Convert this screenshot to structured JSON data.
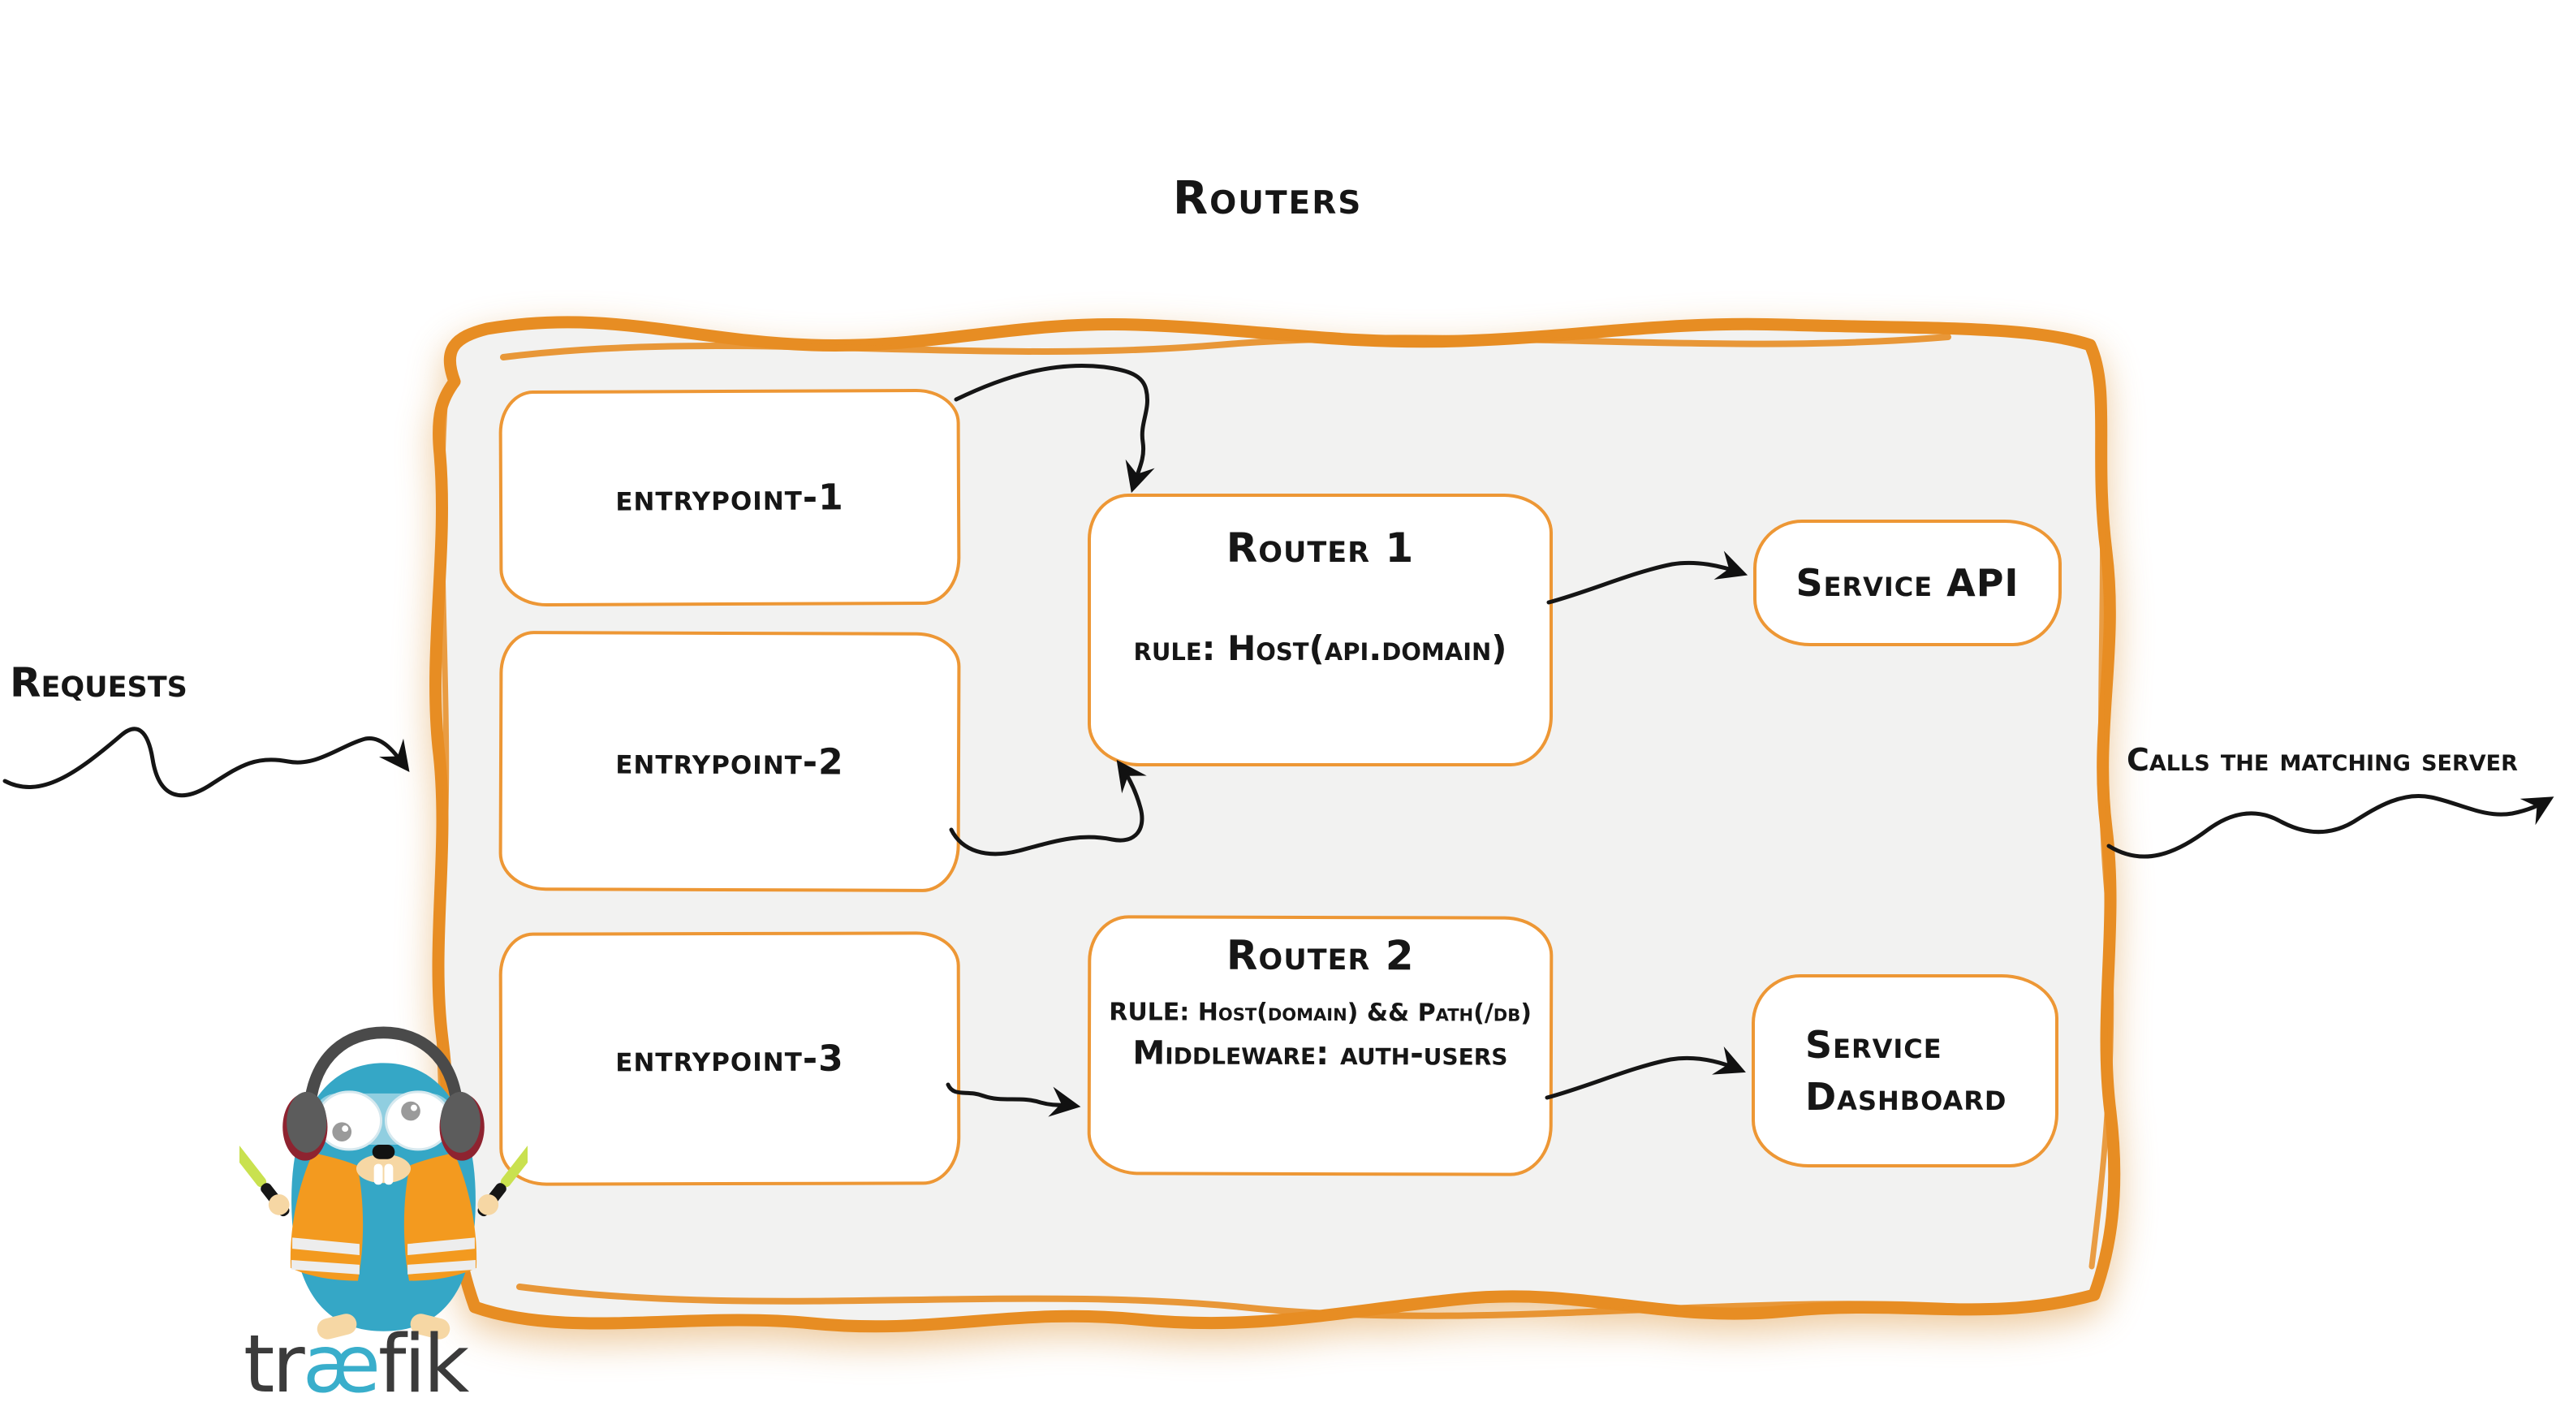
{
  "title": "Routers",
  "annotations": {
    "requests_label": "Requests",
    "calls_label": "Calls the matching server"
  },
  "entrypoints": [
    {
      "label": "entrypoint-1"
    },
    {
      "label": "entrypoint-2"
    },
    {
      "label": "entrypoint-3"
    }
  ],
  "routers": [
    {
      "name": "Router 1",
      "lines": [
        "rule: Host(api.domain)"
      ]
    },
    {
      "name": "Router 2",
      "lines": [
        "RULE: Host(domain) && Path(/db)",
        "Middleware: auth-users"
      ]
    }
  ],
  "services": [
    {
      "lines": [
        "Service API"
      ]
    },
    {
      "lines": [
        "Service",
        "Dashboard"
      ]
    }
  ],
  "logo": {
    "wordmark": {
      "pre": "tr",
      "ligature": "æ",
      "post": "fik"
    }
  },
  "colors": {
    "brand_orange": "#E78D23",
    "box_border": "#ED9735",
    "panel_fill": "#F2F2F1",
    "ink": "#151515",
    "traefik_teal": "#39AECB",
    "gopher_blue": "#35A7C6",
    "vest_orange": "#F39A1F",
    "wand_green": "#C9E14F"
  }
}
